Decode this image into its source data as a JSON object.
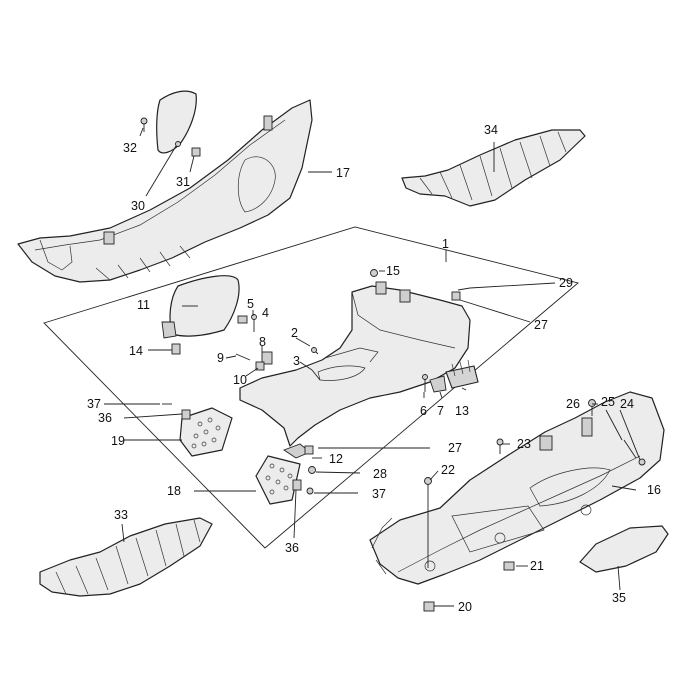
{
  "callouts": [
    {
      "id": "c1",
      "text": "1"
    },
    {
      "id": "c2",
      "text": "2"
    },
    {
      "id": "c3",
      "text": "3"
    },
    {
      "id": "c4",
      "text": "4"
    },
    {
      "id": "c5",
      "text": "5"
    },
    {
      "id": "c6",
      "text": "6"
    },
    {
      "id": "c7",
      "text": "7"
    },
    {
      "id": "c8",
      "text": "8"
    },
    {
      "id": "c9",
      "text": "9"
    },
    {
      "id": "c10",
      "text": "10"
    },
    {
      "id": "c11",
      "text": "11"
    },
    {
      "id": "c12",
      "text": "12"
    },
    {
      "id": "c13",
      "text": "13"
    },
    {
      "id": "c14",
      "text": "14"
    },
    {
      "id": "c15",
      "text": "15"
    },
    {
      "id": "c16",
      "text": "16"
    },
    {
      "id": "c17",
      "text": "17"
    },
    {
      "id": "c18",
      "text": "18"
    },
    {
      "id": "c19",
      "text": "19"
    },
    {
      "id": "c20",
      "text": "20"
    },
    {
      "id": "c21",
      "text": "21"
    },
    {
      "id": "c22",
      "text": "22"
    },
    {
      "id": "c23",
      "text": "23"
    },
    {
      "id": "c24",
      "text": "24"
    },
    {
      "id": "c25",
      "text": "25"
    },
    {
      "id": "c26",
      "text": "26"
    },
    {
      "id": "c27a",
      "text": "27"
    },
    {
      "id": "c27b",
      "text": "27"
    },
    {
      "id": "c28",
      "text": "28"
    },
    {
      "id": "c29",
      "text": "29"
    },
    {
      "id": "c30",
      "text": "30"
    },
    {
      "id": "c31",
      "text": "31"
    },
    {
      "id": "c32",
      "text": "32"
    },
    {
      "id": "c33",
      "text": "33"
    },
    {
      "id": "c34",
      "text": "34"
    },
    {
      "id": "c35",
      "text": "35"
    },
    {
      "id": "c36a",
      "text": "36"
    },
    {
      "id": "c36b",
      "text": "36"
    },
    {
      "id": "c37a",
      "text": "37"
    },
    {
      "id": "c37b",
      "text": "37"
    }
  ]
}
